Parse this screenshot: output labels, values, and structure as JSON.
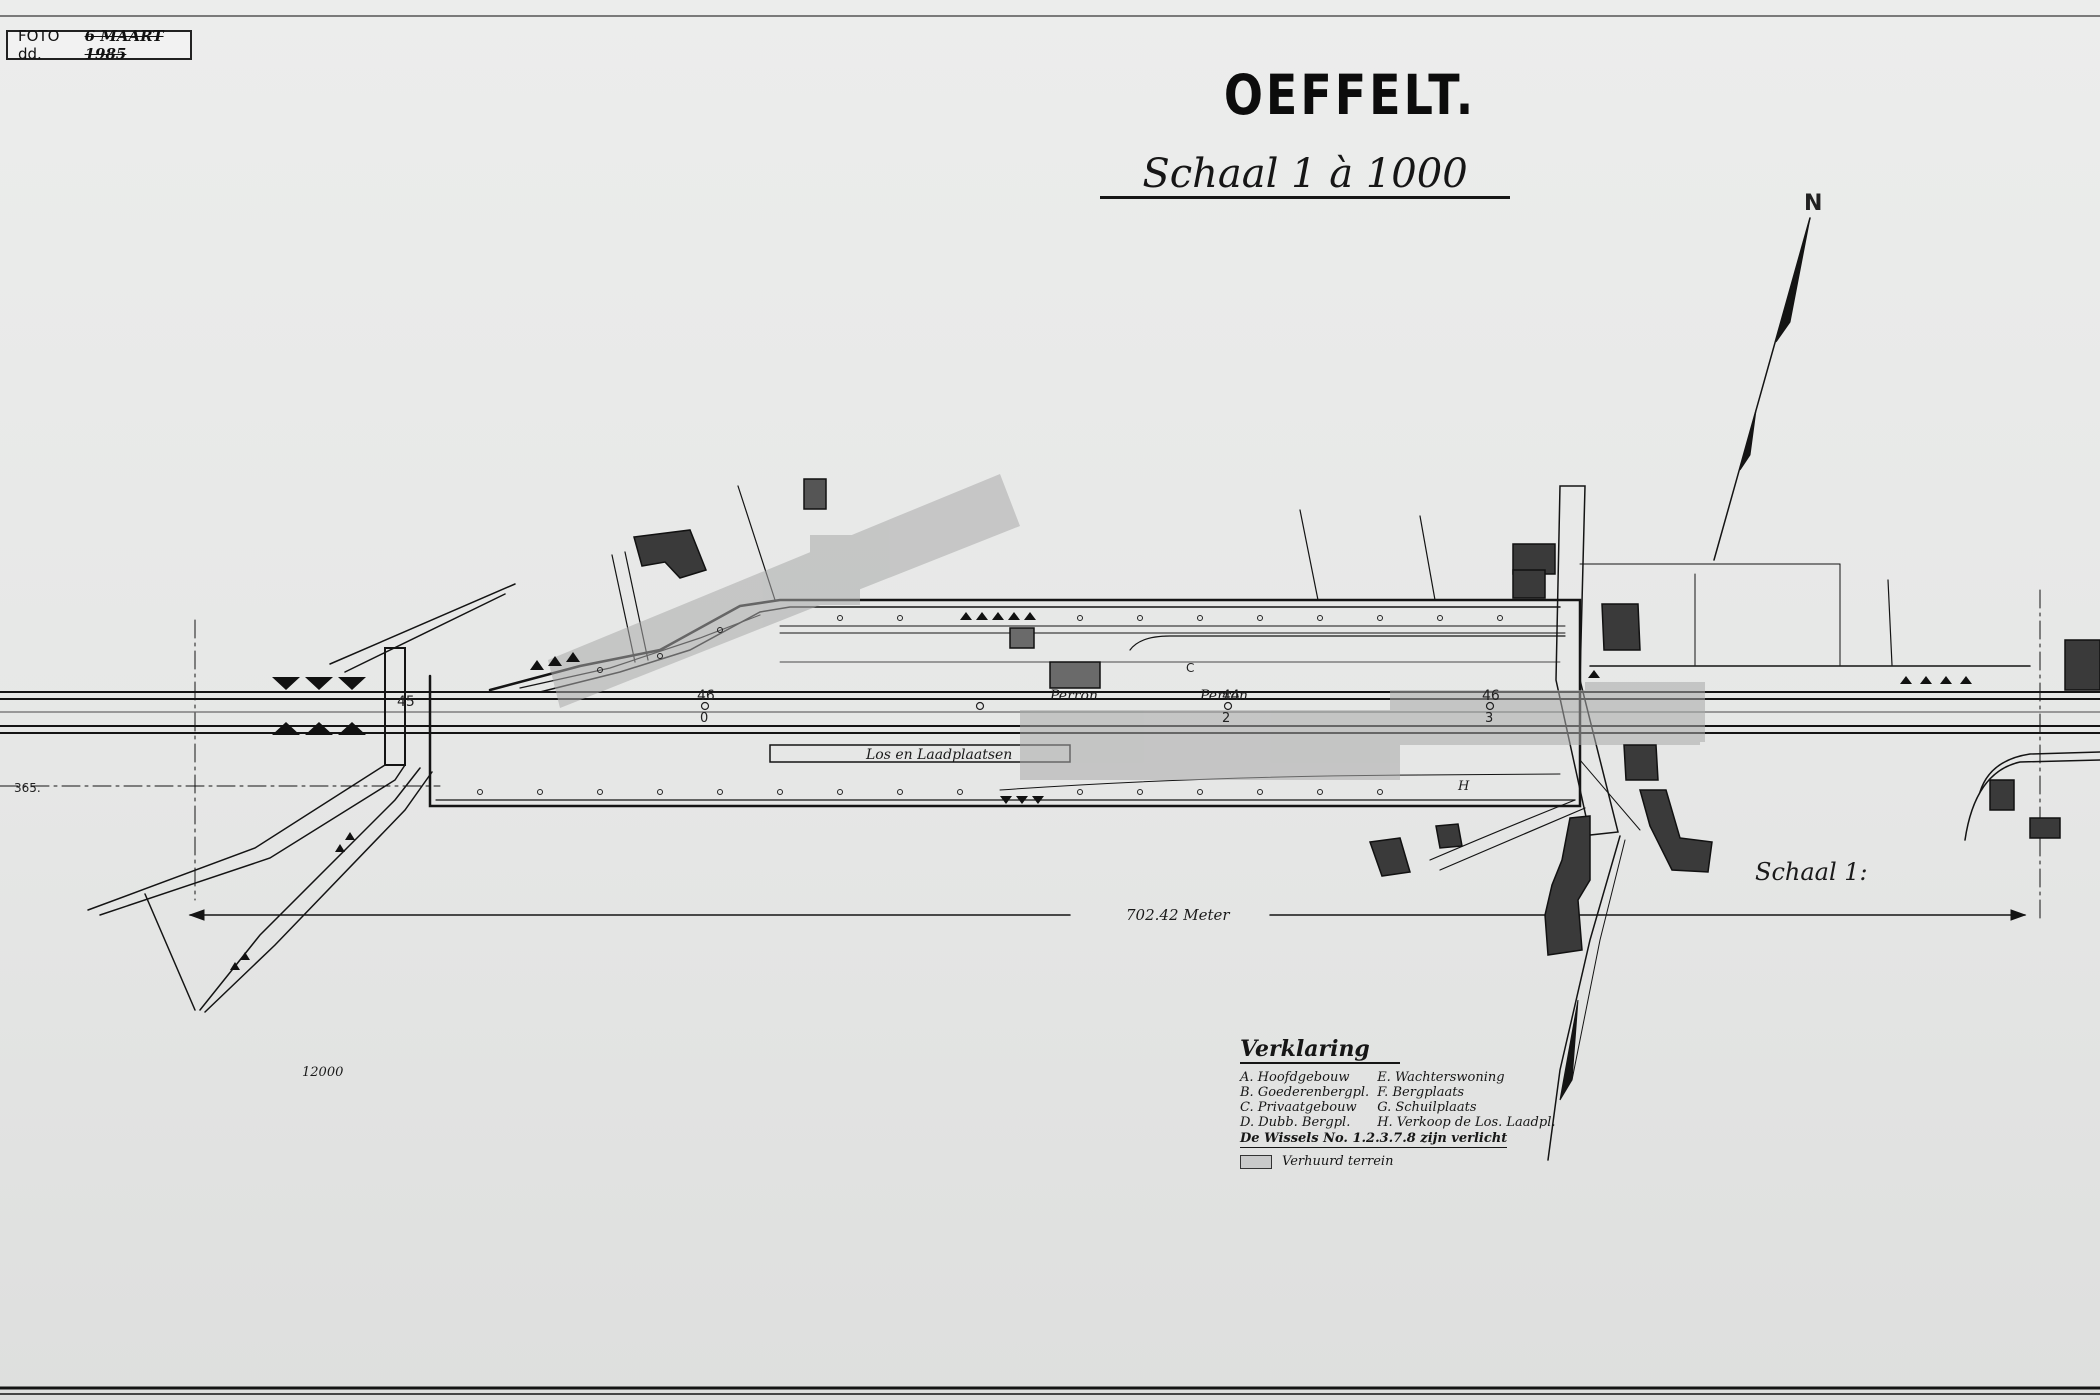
{
  "stamp": {
    "label": "FOTO dd.",
    "date": "6 MAART 1985"
  },
  "title": "OEFFELT.",
  "scale": "Schaal 1 à 1000",
  "labels": {
    "perron": "Perron",
    "loading_platform": "Los en Laadplaatsen",
    "distance": "702.42 Meter",
    "scale_right": "Schaal 1:",
    "left_km": "365.",
    "north": "N",
    "building_c": "C",
    "building_h": "H",
    "pencil": "12000"
  },
  "km_marks": [
    "45",
    "46",
    "0",
    "44",
    "2",
    "46",
    "3"
  ],
  "legend": {
    "heading": "Verklaring",
    "left": [
      "A. Hoofdgebouw",
      "B. Goederenbergpl.",
      "C. Privaatgebouw",
      "D. Dubb. Bergpl."
    ],
    "right": [
      "E. Wachterswoning",
      "F. Bergplaats",
      "G. Schuilplaats",
      "H. Verkoop de Los. Laadpl."
    ],
    "note": "De Wissels No. 1.2.3.7.8 zijn verlicht",
    "box_label": "Verhuurd terrein"
  },
  "colors": {
    "ink": "#141414",
    "paper": "#e9eaea",
    "tape": "#a9aaaa"
  }
}
